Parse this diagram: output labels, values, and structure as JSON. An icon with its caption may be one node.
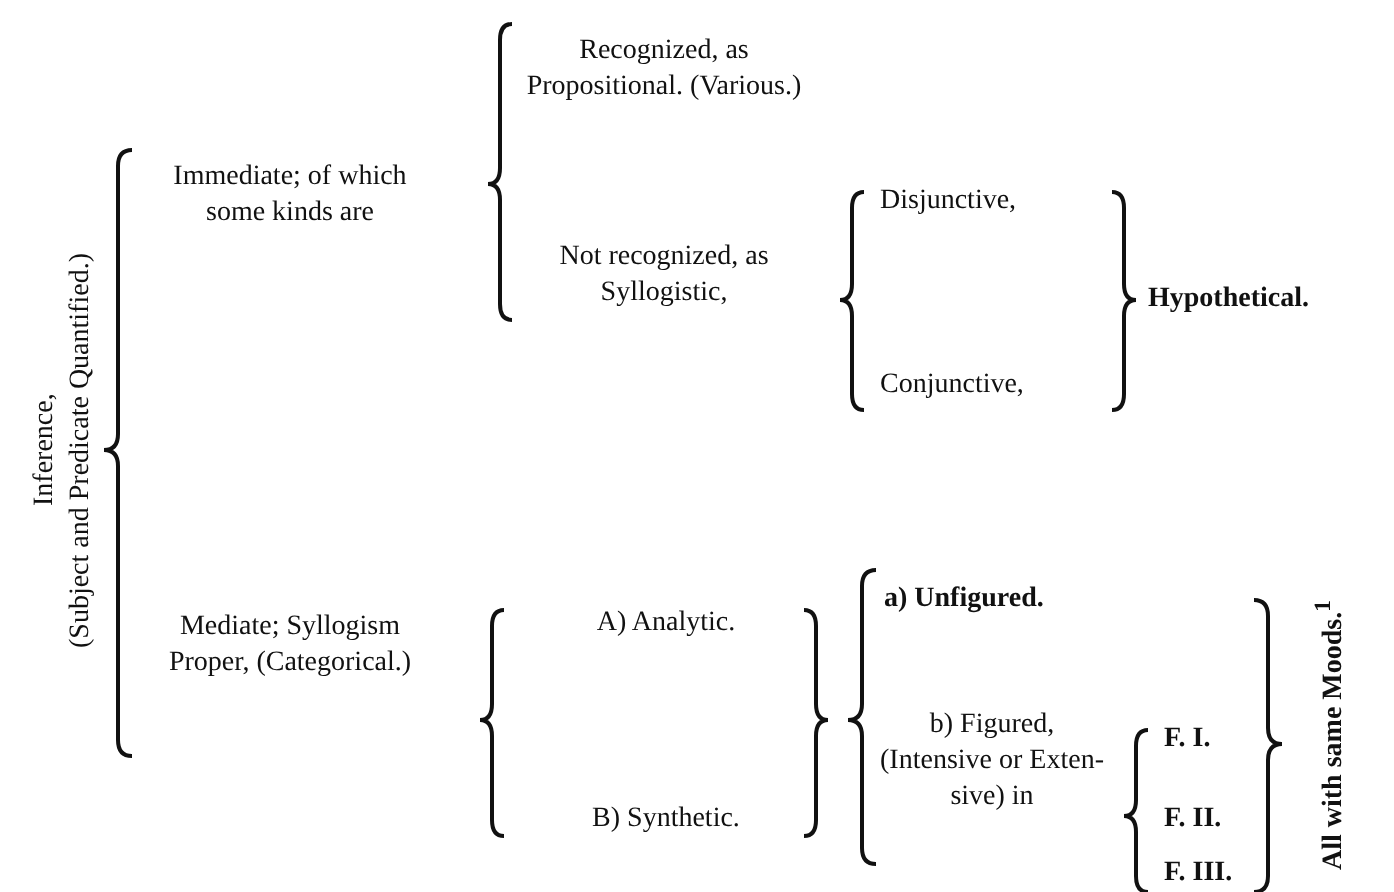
{
  "diagram": {
    "labels": [
      "Inference,",
      "(Subject and Predicate Quantified.)",
      "Immediate; of which some kinds are",
      "Recognized, as Propositional. (Various.)",
      "Not recognized, as Syllogistic,",
      "Disjunctive,",
      "Conjunctive,",
      "Hypothetical.",
      "Mediate; Syllogism Proper, (Categorical.)",
      "A) Analytic.",
      "B) Synthetic.",
      "a) Unfigured.",
      "b) Figured, (Intensive or Exten- sive) in",
      "F. I.",
      "F. II.",
      "F. III.",
      "All with same Moods.$^{1}$"
    ]
  }
}
